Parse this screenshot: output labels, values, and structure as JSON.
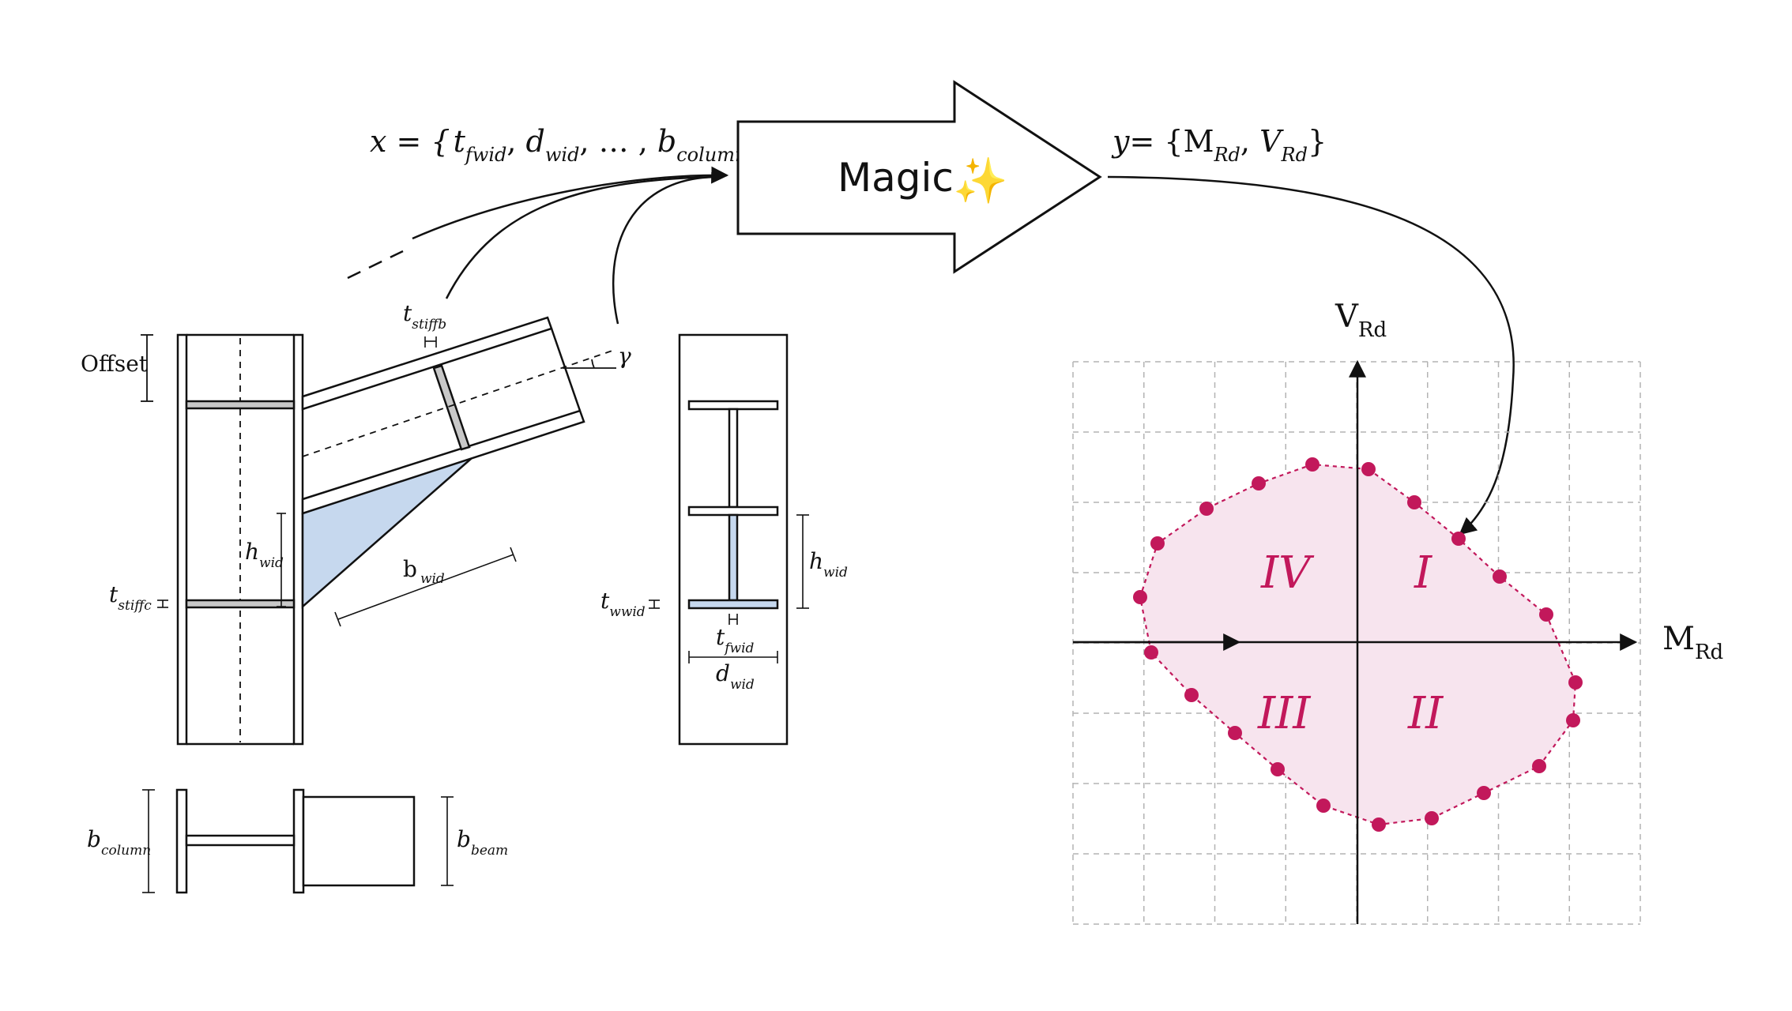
{
  "colors": {
    "ink": "#111111",
    "wid_fill": "#c6d8ee",
    "stiffener_fill": "#c8c8c8",
    "envelope": "#c2185b",
    "envelope_fill": "#f7e4ee",
    "grid": "#b3b3b3"
  },
  "input_eq": {
    "lhs": "x = {",
    "t": "t",
    "t_sub": "fwid",
    "d": "d",
    "d_sub": "wid",
    "ellipsis": ", … , ",
    "b": "b",
    "b_sub": "column",
    "close": "}"
  },
  "magic": {
    "label": "Magic",
    "emoji": "✨"
  },
  "output_eq": {
    "lhs": "y",
    "rest": "= {M",
    "m_sub": "Rd",
    "comma": ", ",
    "v": "V",
    "v_sub": "Rd",
    "close": "}"
  },
  "labels": {
    "offset": "Offset",
    "t_stiffb": {
      "base": "t",
      "sub": "stiffb"
    },
    "gamma": "γ",
    "h_wid": {
      "base": "h",
      "sub": "wid"
    },
    "b_wid": {
      "base": "b",
      "sub": "wid"
    },
    "t_stiffc": {
      "base": "t",
      "sub": "stiffc"
    },
    "b_column": {
      "base": "b",
      "sub": "column"
    },
    "b_beam": {
      "base": "b",
      "sub": "beam"
    },
    "t_wwid": {
      "base": "t",
      "sub": "wwid"
    },
    "h_wid2": {
      "base": "h",
      "sub": "wid"
    },
    "t_fwid": {
      "base": "t",
      "sub": "fwid"
    },
    "d_wid": {
      "base": "d",
      "sub": "wid"
    }
  },
  "interaction_plot": {
    "x_axis": {
      "base": "M",
      "sub": "Rd"
    },
    "y_axis": {
      "base": "V",
      "sub": "Rd"
    },
    "quadrants": [
      "I",
      "II",
      "III",
      "IV"
    ]
  }
}
